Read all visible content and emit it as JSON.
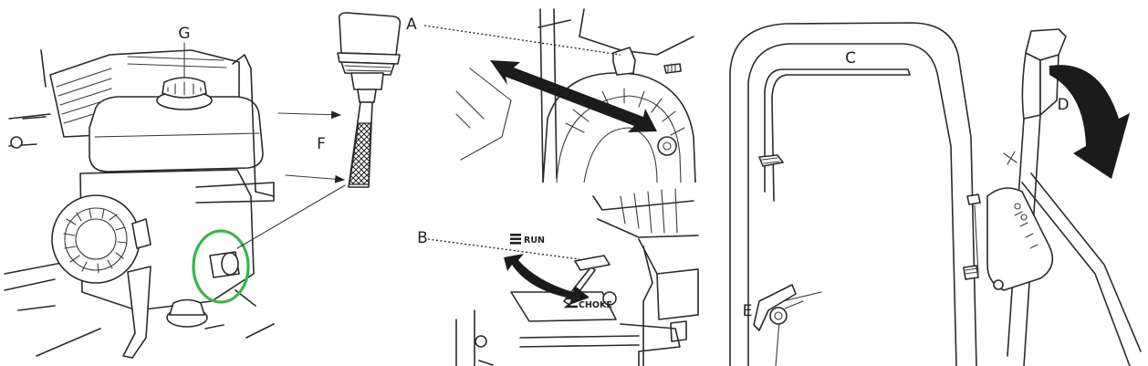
{
  "labels": {
    "g": "G",
    "f": "F",
    "a": "A",
    "b": "B",
    "c": "C",
    "d": "D",
    "e": "E",
    "run": "RUN",
    "choke": "CHOKE"
  },
  "colors": {
    "highlight_circle": "#3cb44b",
    "arrow_fill": "#1b1b1b",
    "line": "#2a2a2a"
  },
  "icons": {
    "run_symbol": "three-bars-icon",
    "choke_symbol": "z-choke-icon"
  }
}
